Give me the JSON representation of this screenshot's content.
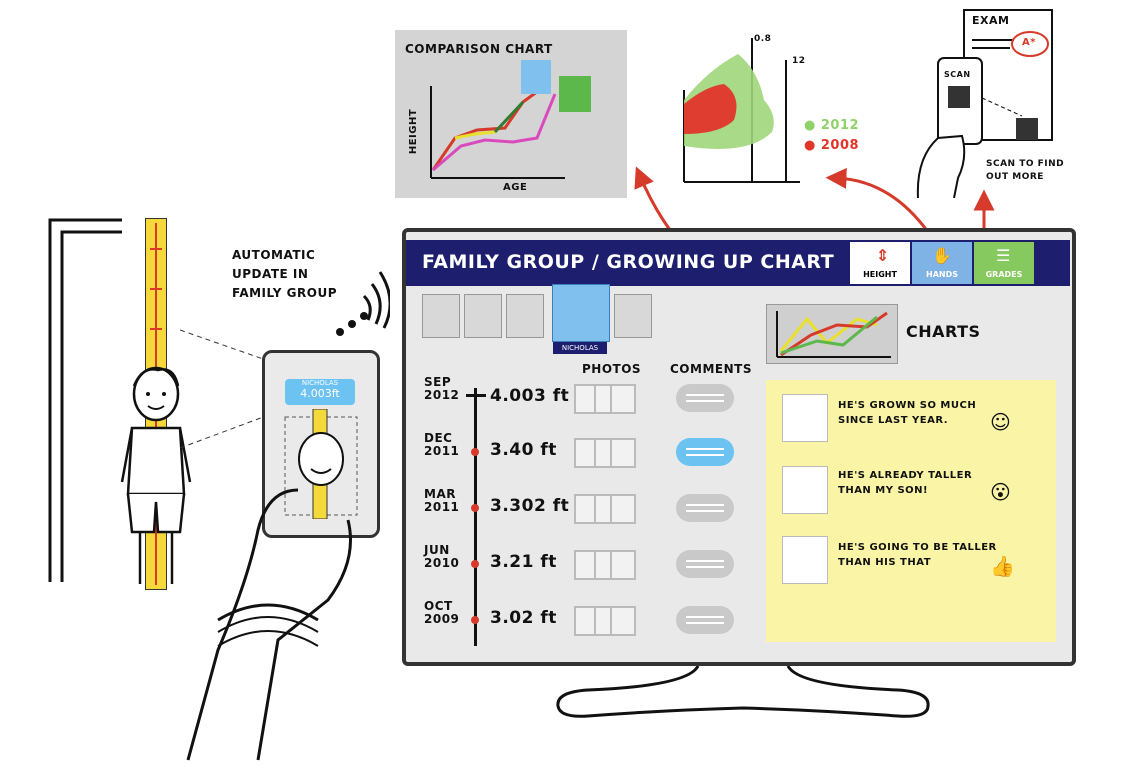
{
  "tv": {
    "title": "FAMILY GROUP / GROWING UP CHART",
    "tabs": [
      {
        "label": "HEIGHT",
        "color": "#ffffff"
      },
      {
        "label": "HANDS",
        "color": "#7fb2e5"
      },
      {
        "label": "GRADES",
        "color": "#86c95e"
      }
    ],
    "selected_member": "NICHOLAS",
    "charts_label": "CHARTS",
    "columns": {
      "photos": "PHOTOS",
      "comments": "COMMENTS"
    },
    "timeline": [
      {
        "date_month": "SEP",
        "date_year": "2012",
        "value": "4.003 ft"
      },
      {
        "date_month": "DEC",
        "date_year": "2011",
        "value": "3.40 ft"
      },
      {
        "date_month": "MAR",
        "date_year": "2011",
        "value": "3.302 ft"
      },
      {
        "date_month": "JUN",
        "date_year": "2010",
        "value": "3.21 ft"
      },
      {
        "date_month": "OCT",
        "date_year": "2009",
        "value": "3.02 ft"
      }
    ],
    "comments": [
      {
        "text": "HE'S GROWN SO MUCH SINCE LAST YEAR.",
        "emoji": "☺"
      },
      {
        "text": "HE'S ALREADY TALLER THAN MY SON!",
        "emoji": "😮"
      },
      {
        "text": "HE'S GOING TO BE TALLER THAN HIS THAT",
        "emoji": "👍"
      }
    ]
  },
  "comparison_chart": {
    "title": "COMPARISON CHART",
    "ylabel": "HEIGHT",
    "xlabel": "AGE"
  },
  "hands_chart": {
    "top_tick": "0.8",
    "right_tick": "12",
    "legend": [
      {
        "label": "2012",
        "color": "#8fd26a"
      },
      {
        "label": "2008",
        "color": "#e2352a"
      }
    ]
  },
  "exam": {
    "title": "EXAM",
    "grade": "A*",
    "scan_label": "SCAN",
    "caption": "SCAN TO FIND OUT MORE"
  },
  "phone": {
    "name": "NICHOLAS",
    "value": "4.003ft"
  },
  "auto_update_note": "AUTOMATIC UPDATE IN FAMILY GROUP",
  "colors": {
    "accent": "#d63a2a",
    "header": "#1d1f6e",
    "note": "#faf5a6"
  }
}
